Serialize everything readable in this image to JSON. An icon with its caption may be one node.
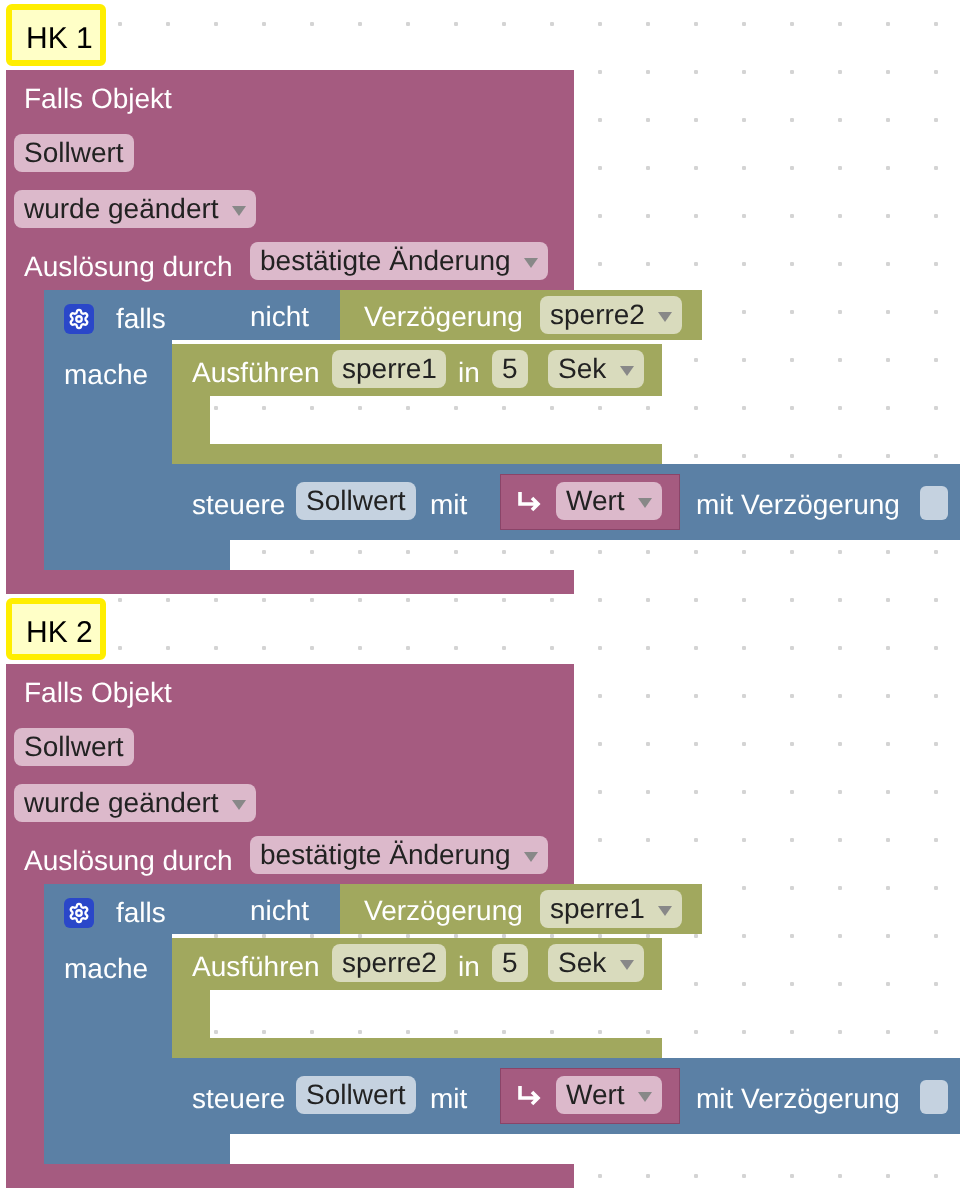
{
  "diagram": {
    "nodes": [
      {
        "text": [
          "HK 1"
        ]
      },
      {
        "text": [
          "Falls Objekt",
          "Sollwert",
          "wurde geändert",
          "Auslösung durch",
          "bestätigte Änderung"
        ]
      },
      {
        "text": [
          "falls",
          "mache"
        ],
        "in": 1
      },
      {
        "text": [
          "nicht"
        ],
        "in": 1
      },
      {
        "text": [
          "Verzögerung",
          "sperre2"
        ]
      },
      {
        "text": [
          "Ausführen",
          "sperre1",
          "in",
          "5",
          "Sek"
        ]
      },
      {
        "text": [
          "steuere",
          "Sollwert",
          "mit",
          "mit Verzögerung"
        ]
      },
      {
        "text": [
          "Wert"
        ],
        "in": 6
      },
      {
        "text": [
          "HK 2"
        ]
      },
      {
        "text": [
          "Falls Objekt",
          "Sollwert",
          "wurde geändert",
          "Auslösung durch",
          "bestätigte Änderung"
        ]
      },
      {
        "text": [
          "falls",
          "mache"
        ],
        "in": 9
      },
      {
        "text": [
          "nicht"
        ],
        "in": 9
      },
      {
        "text": [
          "Verzögerung",
          "sperre1"
        ]
      },
      {
        "text": [
          "Ausführen",
          "sperre2",
          "in",
          "5",
          "Sek"
        ]
      },
      {
        "text": [
          "steuere",
          "Sollwert",
          "mit",
          "mit Verzögerung"
        ]
      },
      {
        "text": [
          "Wert"
        ],
        "in": 14
      }
    ]
  }
}
